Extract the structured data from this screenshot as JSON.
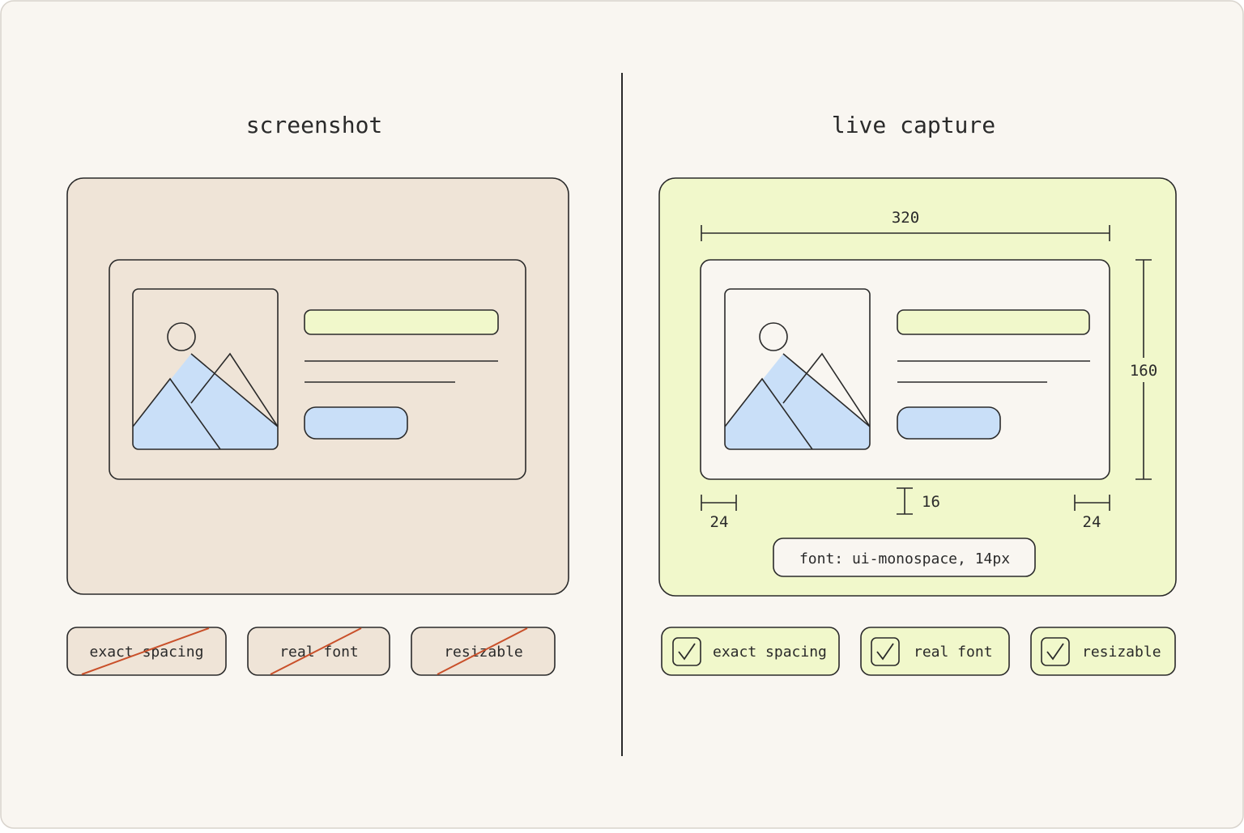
{
  "colors": {
    "page_bg": "#f9f6f1",
    "frame_stroke": "#2a2a2a",
    "beige_fill": "#efe4d7",
    "lime_fill": "#f1f8cb",
    "blue_fill": "#c9dff8",
    "strike_red": "#c9502a"
  },
  "left": {
    "title": "screenshot",
    "pills": [
      {
        "label": "exact spacing",
        "state": "struck"
      },
      {
        "label": "real font",
        "state": "struck"
      },
      {
        "label": "resizable",
        "state": "struck"
      }
    ]
  },
  "right": {
    "title": "live capture",
    "dims": {
      "width": "320",
      "height": "160",
      "gap": "16",
      "pad_left": "24",
      "pad_right": "24"
    },
    "font_label": "font: ui-monospace, 14px",
    "pills": [
      {
        "label": "exact spacing",
        "state": "checked"
      },
      {
        "label": "real font",
        "state": "checked"
      },
      {
        "label": "resizable",
        "state": "checked"
      }
    ]
  },
  "icons": {
    "image_placeholder": "image-placeholder-icon",
    "check": "checkmark-icon"
  }
}
